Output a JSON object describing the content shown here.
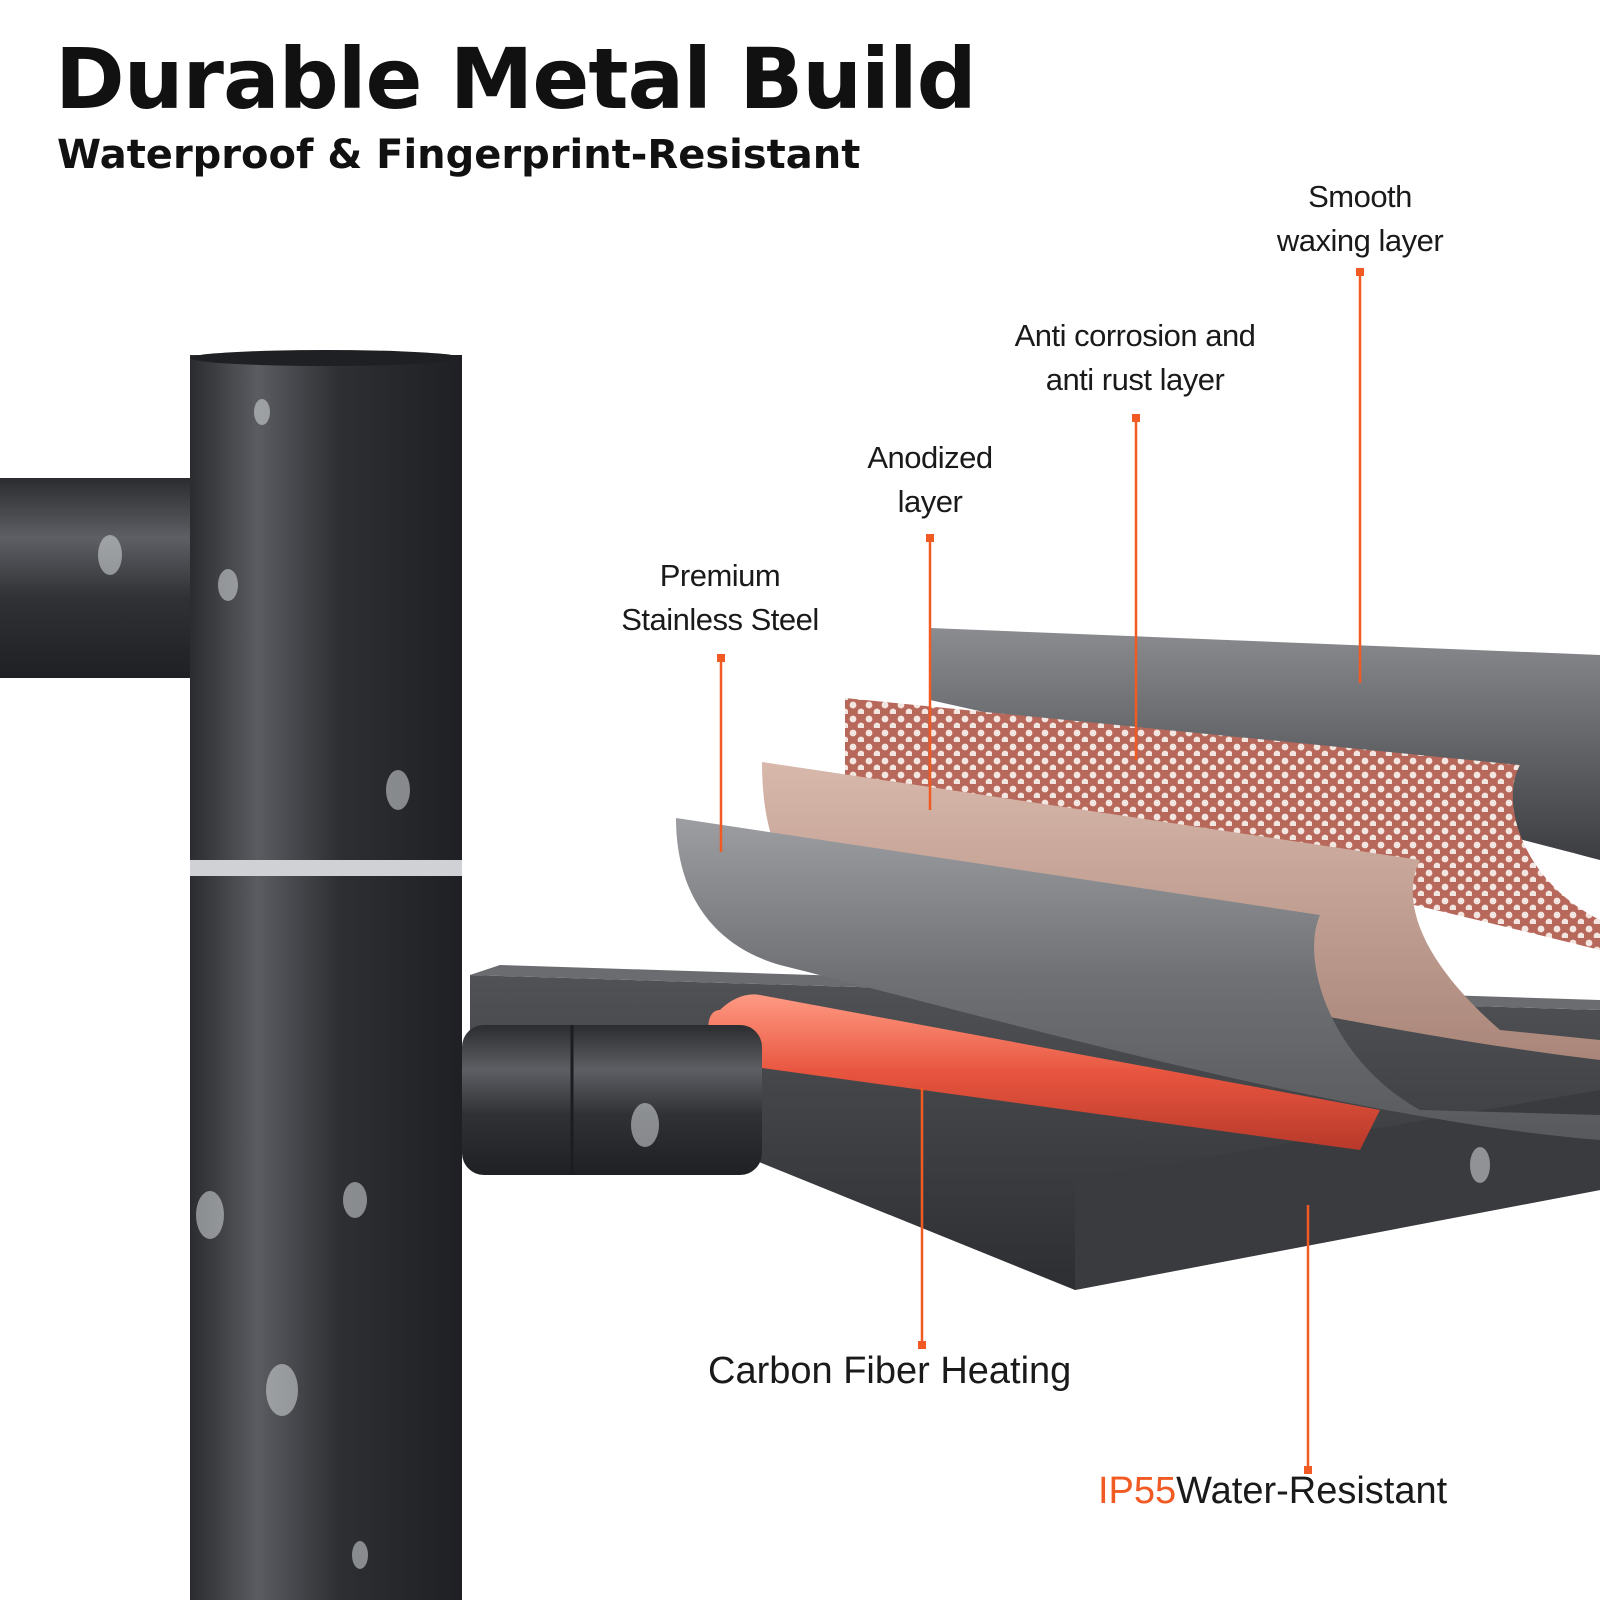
{
  "header": {
    "title": "Durable Metal Build",
    "subtitle": "Waterproof & Fingerprint-Resistant"
  },
  "callouts": {
    "smooth": {
      "line1": "Smooth",
      "line2": "waxing layer"
    },
    "anti_corrosion": {
      "line1": "Anti corrosion and",
      "line2": "anti rust layer"
    },
    "anodized": {
      "line1": "Anodized",
      "line2": "layer"
    },
    "stainless": {
      "line1": "Premium",
      "line2": "Stainless Steel"
    },
    "heating": "Carbon Fiber Heating",
    "ip_rating": {
      "code": "IP55",
      "text": "Water-Resistant"
    }
  },
  "colors": {
    "accent": "#f15a22",
    "metal_dark": "#3a3b3e",
    "anodized": "#c9a597",
    "perforated": "#b8685a",
    "heater": "#e8553f"
  }
}
